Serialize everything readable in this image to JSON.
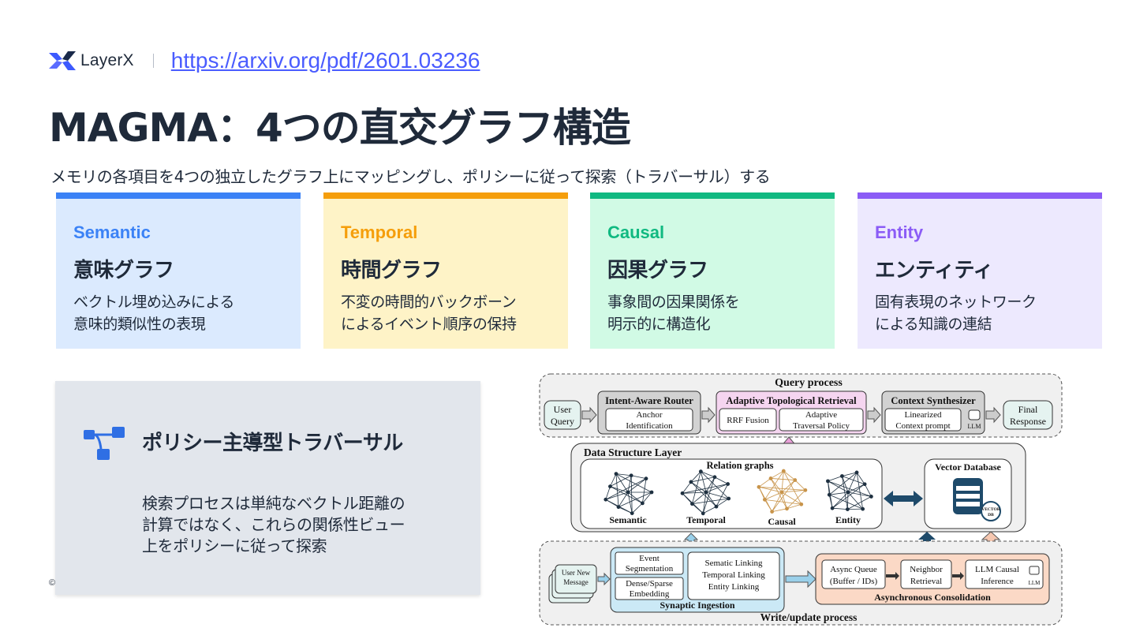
{
  "header": {
    "logo_text": "LayerX",
    "link_text": "https://arxiv.org/pdf/2601.03236"
  },
  "title": "MAGMA：4つの直交グラフ構造",
  "subtitle": "メモリの各項目を4つの独立したグラフ上にマッピングし、ポリシーに従って探索（トラバーサル）する",
  "cards": [
    {
      "tag": "Semantic",
      "title": "意味グラフ",
      "desc1": "ベクトル埋め込みによる",
      "desc2": "意味的類似性の表現",
      "accent": "#3b82f6",
      "bg": "#dbeafe"
    },
    {
      "tag": "Temporal",
      "title": "時間グラフ",
      "desc1": "不変の時間的バックボーン",
      "desc2": "によるイベント順序の保持",
      "accent": "#f59e0b",
      "bg": "#fef3c7"
    },
    {
      "tag": "Causal",
      "title": "因果グラフ",
      "desc1": "事象間の因果関係を",
      "desc2": "明示的に構造化",
      "accent": "#10b981",
      "bg": "#d1fae5"
    },
    {
      "tag": "Entity",
      "title": "エンティティ",
      "desc1": "固有表現のネットワーク",
      "desc2": "による知識の連結",
      "accent": "#8b5cf6",
      "bg": "#ede9fe"
    }
  ],
  "policy": {
    "icon": "hierarchy-icon",
    "title": "ポリシー主導型トラバーサル",
    "desc1": "検索プロセスは単純なベクトル距離の",
    "desc2": "計算ではなく、これらの関係性ビュー",
    "desc3": "上をポリシーに従って探索"
  },
  "copyright": "©",
  "diagram": {
    "query_process": "Query process",
    "user_query_1": "User",
    "user_query_2": "Query",
    "router_title": "Intent-Aware Router",
    "router_sub1": "Anchor",
    "router_sub2": "Identification",
    "retrieval_title": "Adaptive Topological Retrieval",
    "rrf": "RRF Fusion",
    "adaptive1": "Adaptive",
    "adaptive2": "Traversal Policy",
    "synth_title": "Context Synthesizer",
    "linearized1": "Linearized",
    "linearized2": "Context prompt",
    "llm": "LLM",
    "final1": "Final",
    "final2": "Response",
    "data_layer": "Data Structure Layer",
    "relation_graphs": "Relation graphs",
    "g_semantic": "Semantic",
    "g_temporal": "Temporal",
    "g_causal": "Causal",
    "g_entity": "Entity",
    "vector_db": "Vector Database",
    "vector_badge1": "VECTOR",
    "vector_badge2": "DB",
    "user_msg1": "User New",
    "user_msg2": "Message",
    "event1": "Event",
    "event2": "Segmentation",
    "dense1": "Dense/Sparse",
    "dense2": "Embedding",
    "link1": "Sematic Linking",
    "link2": "Temporal Linking",
    "link3": "Entity Linking",
    "synaptic": "Synaptic Ingestion",
    "async1": "Async Queue",
    "async2": "(Buffer / IDs)",
    "neighbor1": "Neighbor",
    "neighbor2": "Retrieval",
    "causal_inf1": "LLM Causal",
    "causal_inf2": "Inference",
    "async_consolidation": "Asynchronous Consolidation",
    "write_process": "Write/update process"
  }
}
